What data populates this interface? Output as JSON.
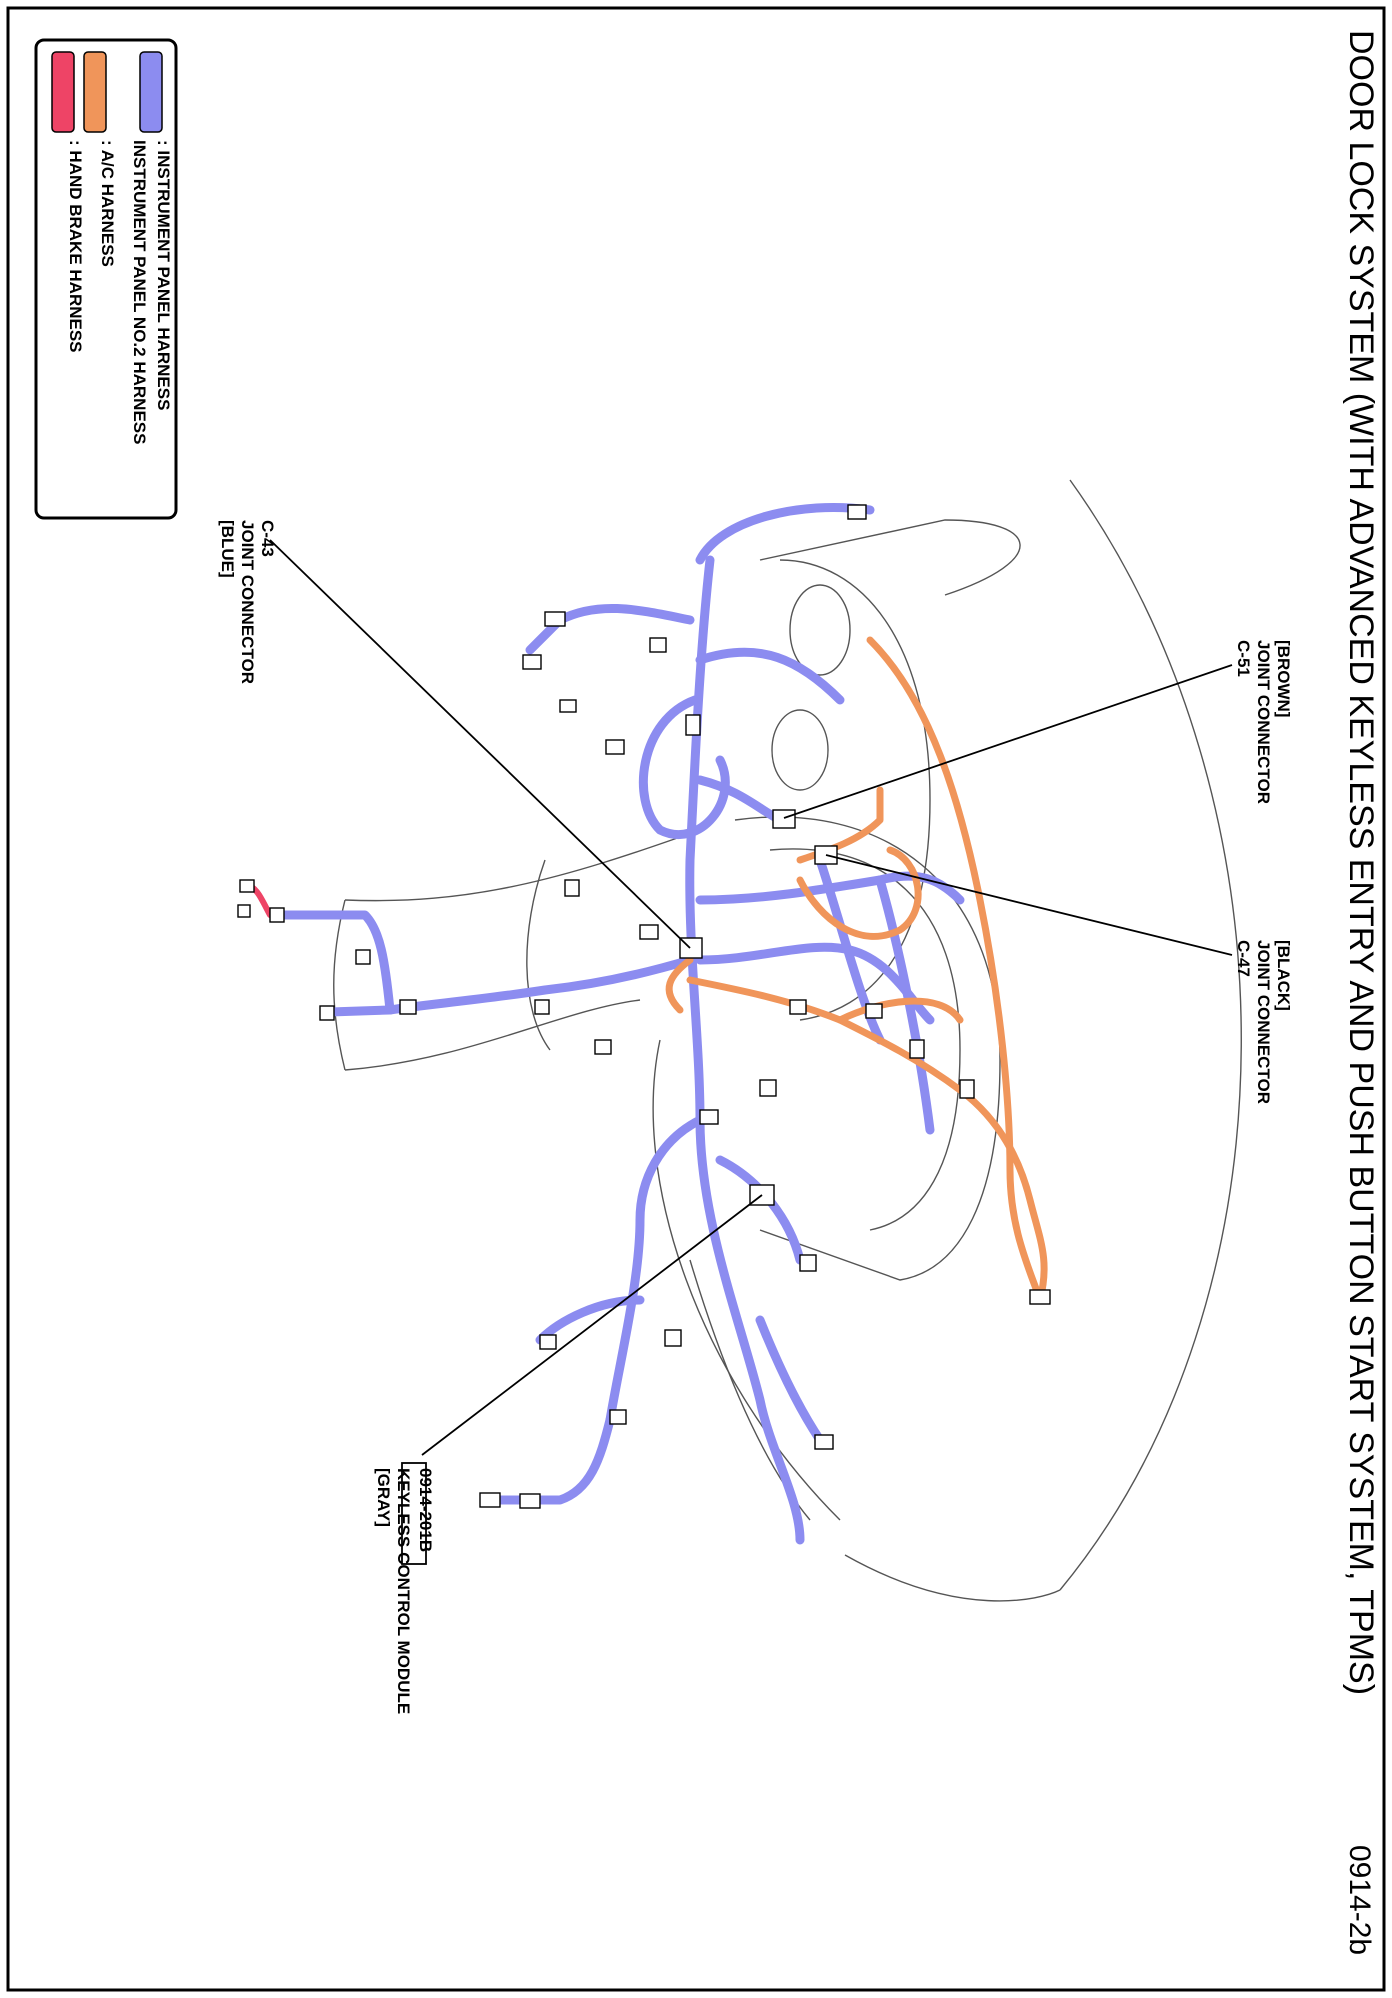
{
  "document": {
    "title": "DOOR LOCK SYSTEM (WITH ADVANCED KEYLESS ENTRY AND PUSH BUTTON START SYSTEM, TPMS)",
    "page_code": "0914-2b"
  },
  "legend": [
    {
      "color": "#8c8cf0",
      "lines": [
        ": INSTRUMENT PANEL HARNESS",
        "INSTRUMENT PANEL NO.2 HARNESS"
      ]
    },
    {
      "color": "#f0955a",
      "lines": [
        ": A/C HARNESS"
      ]
    },
    {
      "color": "#ee4466",
      "lines": [
        ": HAND BRAKE HARNESS"
      ]
    }
  ],
  "callouts": {
    "c51": {
      "lines": [
        "[BROWN]",
        "JOINT CONNECTOR",
        "C-51"
      ]
    },
    "c47": {
      "lines": [
        "[BLACK]",
        "JOINT CONNECTOR",
        "C-47"
      ]
    },
    "c43": {
      "lines": [
        "C-43",
        "JOINT CONNECTOR",
        "[BLUE]"
      ]
    },
    "keyless": {
      "ref": "0914-201B",
      "lines": [
        "KEYLESS CONTROL MODULE",
        "[GRAY]"
      ]
    }
  },
  "colors": {
    "instrument_panel": "#8c8cf0",
    "ac": "#f0955a",
    "hand_brake": "#ee4466",
    "outline": "#555555"
  }
}
